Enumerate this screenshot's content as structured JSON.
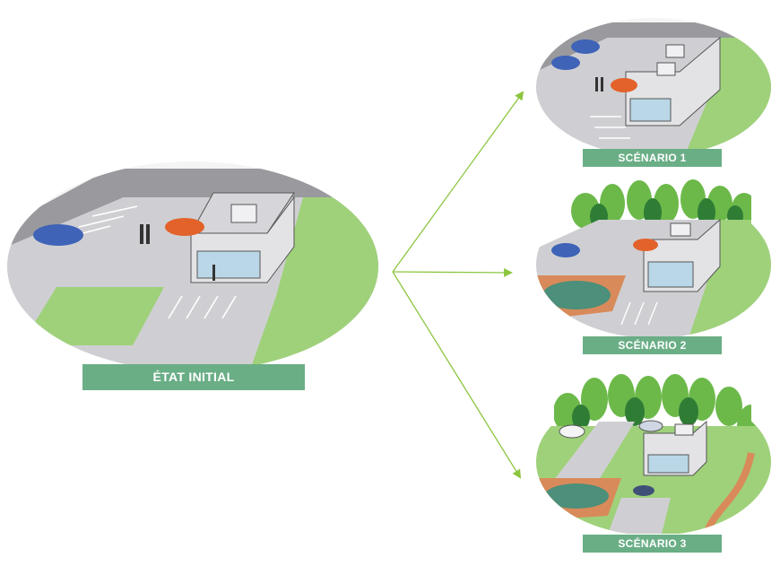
{
  "colors": {
    "label_bg": "#6aae86",
    "label_text": "#ffffff",
    "arrow": "#8cc63f",
    "grass": "#9fd17a",
    "asphalt": "#cfcfd3",
    "wall": "#9a9a9e",
    "building": "#e3e3e6",
    "car_blue": "#3f63b7",
    "car_orange": "#e2622a",
    "tree_dark": "#2f7d35",
    "tree_light": "#6cb94a",
    "pond": "#4c8f7a",
    "path": "#d98a5a"
  },
  "initial": {
    "label": "ÉTAT INITIAL"
  },
  "scenarios": [
    {
      "label": "SCÉNARIO 1"
    },
    {
      "label": "SCÉNARIO 2"
    },
    {
      "label": "SCÉNARIO 3"
    }
  ]
}
